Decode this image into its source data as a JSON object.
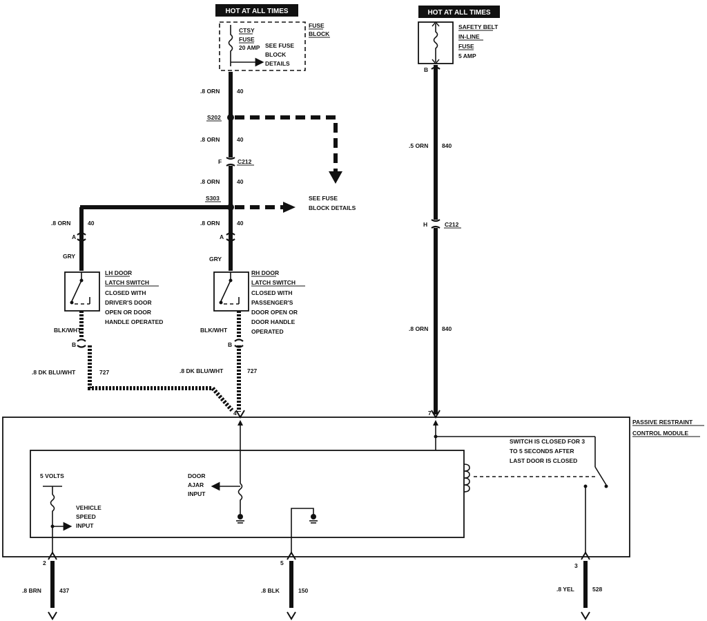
{
  "hot_label": "HOT AT ALL TIMES",
  "fuse_block": {
    "title_line1": "FUSE",
    "title_line2": "BLOCK",
    "fuse_name_1": "CTSY",
    "fuse_name_2": "FUSE",
    "fuse_rating": "20 AMP",
    "note_line1": "SEE FUSE",
    "note_line2": "BLOCK",
    "note_line3": "DETAILS"
  },
  "inline_fuse": {
    "line1": "SAFETY BELT",
    "line2": "IN-LINE",
    "line3": "FUSE",
    "rating": "5 AMP",
    "pin": "B"
  },
  "left_circuit": {
    "wire_top": {
      "gauge": ".8 ORN",
      "circuit": "40"
    },
    "splice_1": "S202",
    "wire_mid": {
      "gauge": ".8 ORN",
      "circuit": "40"
    },
    "connector_pin": "F",
    "connector": "C212",
    "wire_low": {
      "gauge": ".8 ORN",
      "circuit": "40"
    },
    "splice_2": "S303",
    "see_fuse_line1": "SEE FUSE",
    "see_fuse_line2": "BLOCK DETAILS"
  },
  "lh_switch": {
    "wire_in": {
      "gauge": ".8 ORN",
      "circuit": "40"
    },
    "pin_a": "A",
    "wire_color_in": "GRY",
    "title_line1": "LH DOOR",
    "title_line2": "LATCH SWITCH",
    "desc": [
      "CLOSED WITH",
      "DRIVER'S DOOR",
      "OPEN OR DOOR",
      "HANDLE OPERATED"
    ],
    "wire_color_out": "BLK/WHT",
    "pin_b": "B",
    "wire_out": {
      "gauge": ".8 DK BLU/WHT",
      "circuit": "727"
    }
  },
  "rh_switch": {
    "wire_in": {
      "gauge": ".8 ORN",
      "circuit": "40"
    },
    "pin_a": "A",
    "wire_color_in": "GRY",
    "title_line1": "RH DOOR",
    "title_line2": "LATCH SWITCH",
    "desc": [
      "CLOSED WITH",
      "PASSENGER'S",
      "DOOR OPEN OR",
      "DOOR HANDLE",
      "OPERATED"
    ],
    "wire_color_out": "BLK/WHT",
    "pin_b": "B",
    "wire_out": {
      "gauge": ".8 DK BLU/WHT",
      "circuit": "727"
    }
  },
  "right_circuit": {
    "wire_top": {
      "gauge": ".5 ORN",
      "circuit": "840"
    },
    "connector_pin": "H",
    "connector": "C212",
    "wire_low": {
      "gauge": ".8 ORN",
      "circuit": "840"
    }
  },
  "module": {
    "title_line1": "PASSIVE RESTRAINT",
    "title_line2": "CONTROL MODULE",
    "pin_4": "4",
    "pin_7": "7",
    "pin_2": "2",
    "pin_5": "5",
    "pin_3": "3",
    "five_volts": "5 VOLTS",
    "speed_line1": "VEHICLE",
    "speed_line2": "SPEED",
    "speed_line3": "INPUT",
    "ajar_line1": "DOOR",
    "ajar_line2": "AJAR",
    "ajar_line3": "INPUT",
    "switch_note": [
      "SWITCH IS CLOSED FOR 3",
      "TO 5 SECONDS AFTER",
      "LAST DOOR IS CLOSED"
    ]
  },
  "bottom_wires": [
    {
      "gauge": ".8 BRN",
      "circuit": "437"
    },
    {
      "gauge": ".8 BLK",
      "circuit": "150"
    },
    {
      "gauge": ".8 YEL",
      "circuit": "528"
    }
  ]
}
